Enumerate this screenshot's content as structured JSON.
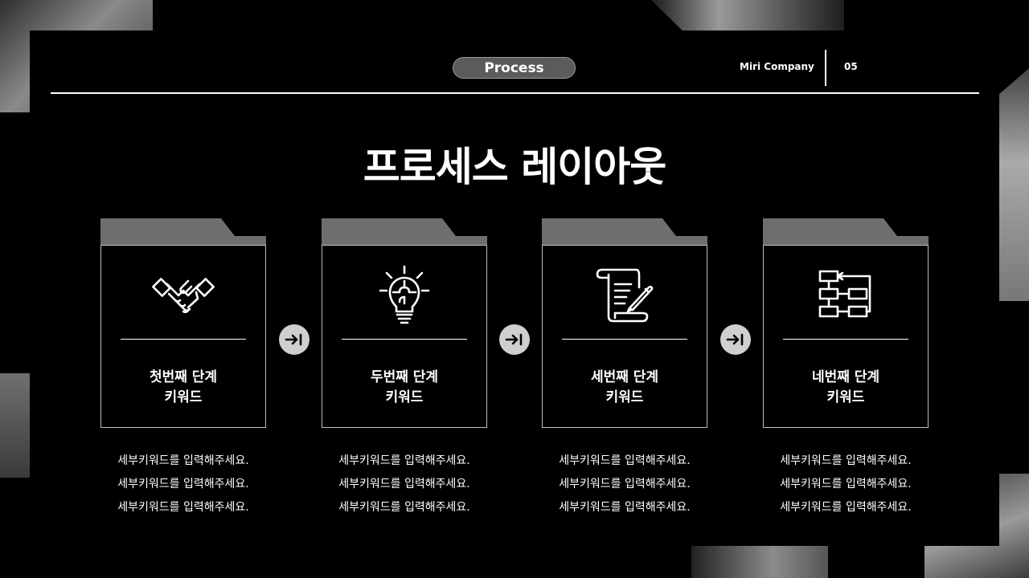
{
  "header": {
    "section_label": "Process",
    "company": "Miri Company",
    "page_number": "05"
  },
  "title": "프로세스 레이아웃",
  "steps": [
    {
      "line1": "첫번째 단계",
      "line2": "키워드",
      "icon": "handshake-icon",
      "details": [
        "세부키워드를 입력해주세요.",
        "세부키워드를 입력해주세요.",
        "세부키워드를 입력해주세요."
      ]
    },
    {
      "line1": "두번째 단계",
      "line2": "키워드",
      "icon": "lightbulb-puzzle-icon",
      "details": [
        "세부키워드를 입력해주세요.",
        "세부키워드를 입력해주세요.",
        "세부키워드를 입력해주세요."
      ]
    },
    {
      "line1": "세번째 단계",
      "line2": "키워드",
      "icon": "scroll-quill-icon",
      "details": [
        "세부키워드를 입력해주세요.",
        "세부키워드를 입력해주세요.",
        "세부키워드를 입력해주세요."
      ]
    },
    {
      "line1": "네번째 단계",
      "line2": "키워드",
      "icon": "flowchart-icon",
      "details": [
        "세부키워드를 입력해주세요.",
        "세부키워드를 입력해주세요.",
        "세부키워드를 입력해주세요."
      ]
    }
  ],
  "colors": {
    "background": "#000000",
    "pill": "#5b5b5b",
    "folder_tab": "#6e6e6e",
    "arrow_circle": "#cfcfcf",
    "text": "#ffffff"
  }
}
